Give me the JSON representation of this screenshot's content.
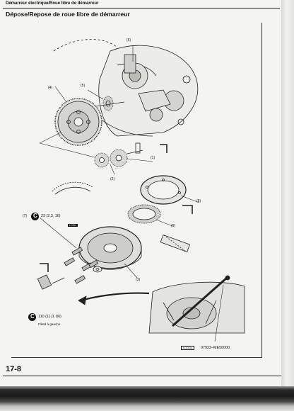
{
  "header": {
    "running_head": "Démarreur électrique/Roue libre de démarreur",
    "section_title": "Dépose/Repose de roue libre de démarreur"
  },
  "figure": {
    "callouts": {
      "c1": "(1)",
      "c2": "(2)",
      "c3": "(3)",
      "c4": "(4)",
      "c5": "(5)",
      "c6": "(6)",
      "c7": "(7)",
      "c8": "(8)",
      "c9": "(9)"
    },
    "torque_top": "23 (2,3, 16)",
    "lock_label": "LOCK",
    "torque_bottom": "110 (11,0, 80)",
    "note_bottom": "Filetd à gauche",
    "tool_tag": "8-TOOL",
    "tool_number": "07923–ME50000"
  },
  "footer": {
    "page_number": "17-8"
  }
}
